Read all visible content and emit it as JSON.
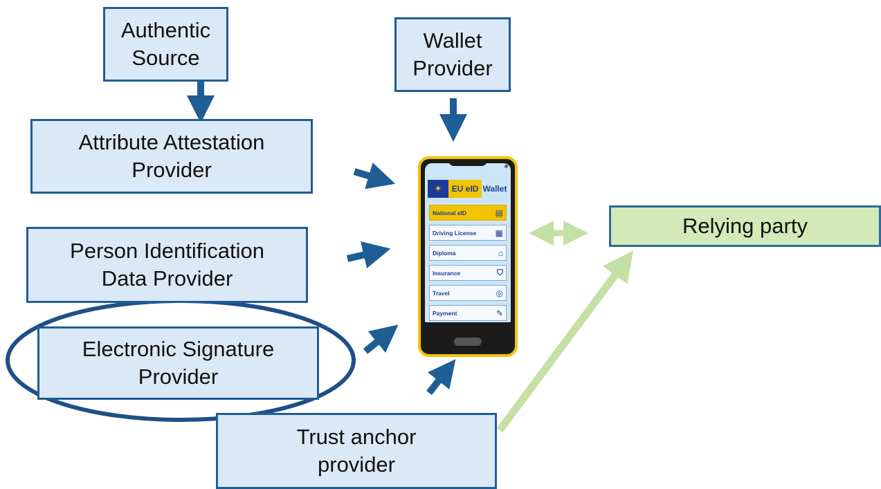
{
  "boxes": {
    "authentic_source": "Authentic\nSource",
    "wallet_provider": "Wallet\nProvider",
    "attribute_attestation_provider": "Attribute Attestation\nProvider",
    "person_identification_data_provider": "Person Identification\nData Provider",
    "electronic_signature_provider": "Electronic Signature\nProvider",
    "trust_anchor_provider": "Trust anchor\nprovider",
    "relying_party": "Relying party"
  },
  "phone": {
    "header_eu": "EU eID",
    "header_wallet": "Wallet",
    "items": [
      {
        "label": "National eID",
        "icon": "id-card-icon"
      },
      {
        "label": "Driving License",
        "icon": "license-card-icon"
      },
      {
        "label": "Diploma",
        "icon": "graduation-cap-icon"
      },
      {
        "label": "Insurance",
        "icon": "shield-icon"
      },
      {
        "label": "Travel",
        "icon": "globe-icon"
      },
      {
        "label": "Payment",
        "icon": "pen-icon"
      }
    ]
  },
  "colors": {
    "box_fill": "#dbe9f6",
    "box_border": "#1f5d95",
    "arrow_blue": "#1f5d95",
    "arrow_green": "#c5e0a5",
    "relying_fill": "#d3eab8",
    "highlight_ellipse": "#1f4f86"
  }
}
